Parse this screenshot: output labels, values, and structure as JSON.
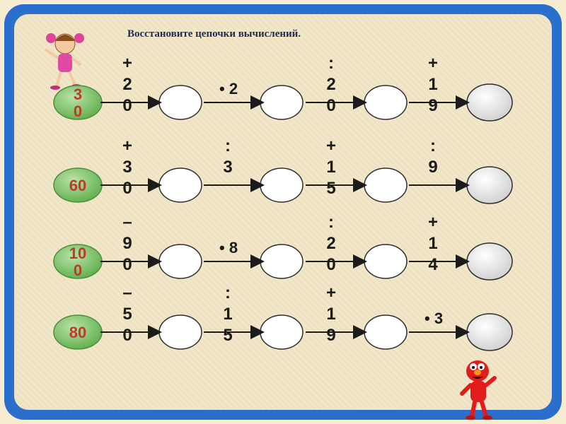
{
  "title": "Восстановите цепочки вычислений.",
  "rows": [
    {
      "start": "30",
      "start_lines": [
        "3",
        "0"
      ],
      "ops": [
        {
          "sym": "+",
          "lines": [
            "2",
            "0"
          ]
        },
        {
          "sym": "•",
          "lines": [
            "2"
          ]
        },
        {
          "sym": ":",
          "lines": [
            "2",
            "0"
          ]
        },
        {
          "sym": "+",
          "lines": [
            "1",
            "9"
          ]
        }
      ]
    },
    {
      "start": "60",
      "start_lines": [
        "60"
      ],
      "ops": [
        {
          "sym": "+",
          "lines": [
            "3",
            "0"
          ]
        },
        {
          "sym": ":",
          "lines": [
            "3"
          ]
        },
        {
          "sym": "+",
          "lines": [
            "1",
            "5"
          ]
        },
        {
          "sym": ":",
          "lines": [
            "9"
          ]
        }
      ]
    },
    {
      "start": "100",
      "start_lines": [
        "10",
        "0"
      ],
      "ops": [
        {
          "sym": "–",
          "lines": [
            "9",
            "0"
          ]
        },
        {
          "sym": "•",
          "lines": [
            "8"
          ]
        },
        {
          "sym": ":",
          "lines": [
            "2",
            "0"
          ]
        },
        {
          "sym": "+",
          "lines": [
            "1",
            "4"
          ]
        }
      ]
    },
    {
      "start": "80",
      "start_lines": [
        "80"
      ],
      "ops": [
        {
          "sym": "–",
          "lines": [
            "5",
            "0"
          ]
        },
        {
          "sym": ":",
          "lines": [
            "1",
            "5"
          ]
        },
        {
          "sym": "+",
          "lines": [
            "1",
            "9"
          ]
        },
        {
          "sym": "•",
          "lines": [
            "3"
          ]
        }
      ]
    }
  ],
  "colors": {
    "frame": "#2a6fcc",
    "start_fill": "#7cc466",
    "start_text": "#c0392b",
    "arrow": "#1b1b1b",
    "final_fill": "#e8e8e8"
  },
  "icons": {
    "top_left": "girl-character-icon",
    "bottom_right": "elmo-character-icon"
  }
}
